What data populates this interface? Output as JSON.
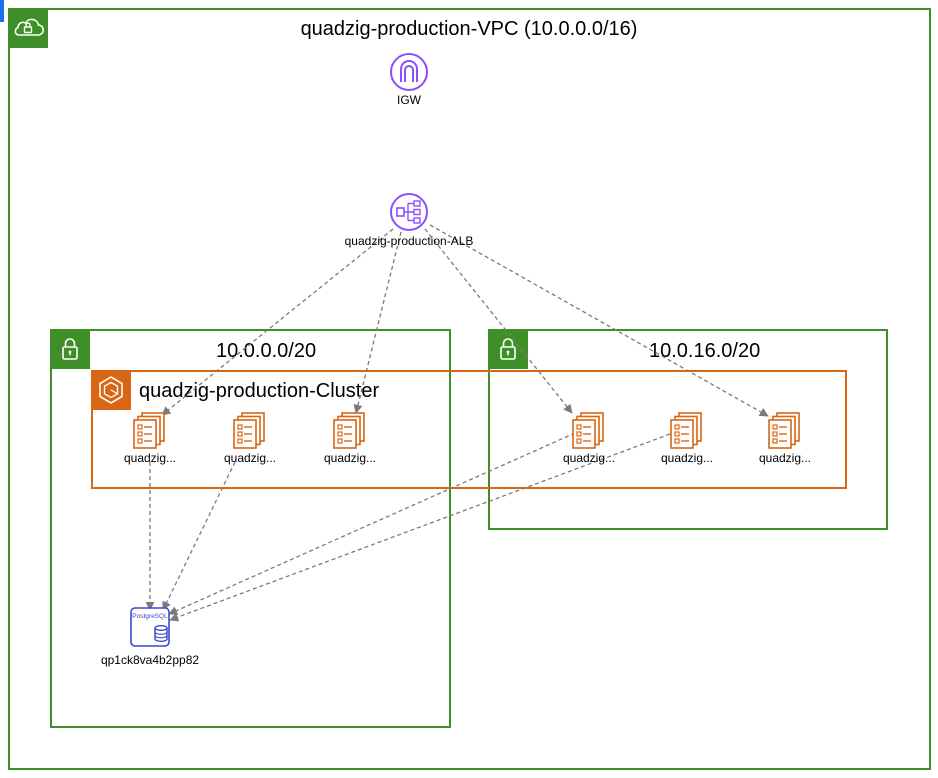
{
  "vpc": {
    "title": "quadzig-production-VPC (10.0.0.0/16)",
    "badge_icon": "cloud-lock-icon",
    "color": "#3f8f29"
  },
  "igw": {
    "label": "IGW",
    "icon": "internet-gateway-icon",
    "color": "#8c4fff"
  },
  "alb": {
    "label": "quadzig-production-ALB",
    "icon": "load-balancer-icon",
    "color": "#8c4fff"
  },
  "subnets": [
    {
      "title": "10.0.0.0/20",
      "badge_icon": "padlock-icon"
    },
    {
      "title": "10.0.16.0/20",
      "badge_icon": "padlock-icon"
    }
  ],
  "cluster": {
    "title": "quadzig-production-Cluster",
    "badge_icon": "ecs-cluster-icon",
    "color": "#d86613"
  },
  "tasks": [
    {
      "label": "quadzig..."
    },
    {
      "label": "quadzig..."
    },
    {
      "label": "quadzig..."
    },
    {
      "label": "quadzig..."
    },
    {
      "label": "quadzig..."
    },
    {
      "label": "quadzig..."
    }
  ],
  "database": {
    "label": "qp1ck8va4b2pp82",
    "engine_text": "PostgreSQL",
    "icon": "rds-postgresql-icon",
    "color": "#3b48cc"
  },
  "edge_style": {
    "color": "#7a7a7a",
    "dash": "dashed"
  }
}
